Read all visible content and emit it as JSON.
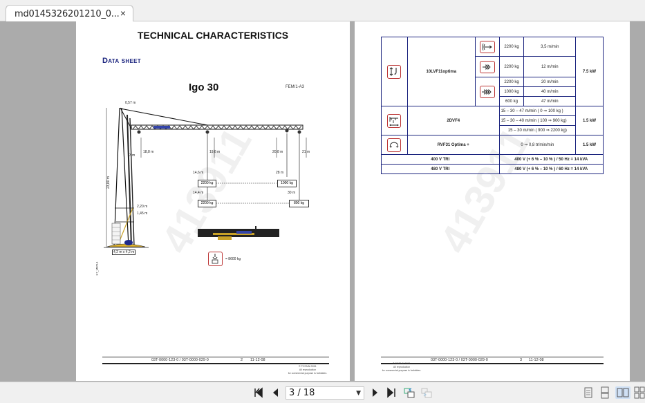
{
  "tab": {
    "title": "md0145326201210_0...",
    "close": "×"
  },
  "page1": {
    "title": "TECHNICAL CHARACTERISTICS",
    "subtitle": "Data sheet",
    "model": "Igo 30",
    "norm": "FEM/1-A3",
    "watermark": "413911",
    "dimensions": {
      "offset_top": "0,57 m",
      "height_total": "23,80 m",
      "h1": "18,8 m",
      "h2": "19,6 m",
      "h3": "20,8 m",
      "h4": "21 m",
      "radius_min": "3 m",
      "h_220": "2,20 m",
      "h_145": "1,45 m",
      "base": "4,2 m x 4,2 m",
      "vertical_code": "H7_M9PL1"
    },
    "loads": [
      {
        "radius": "14,6 m",
        "load": "2200 kg"
      },
      {
        "radius": "28 m",
        "load": "1000 kg"
      },
      {
        "radius": "14,4 m",
        "load": "2200 kg"
      },
      {
        "radius": "30 m",
        "load": "800 kg"
      }
    ],
    "transport_weight": "= 8600 kg",
    "footer": {
      "refs": "03T-0000-123-0 / 03T-0000-029-0",
      "page": "2",
      "date": "11-12-08",
      "copyright": [
        "© POTAIN 2008.",
        "All reproduction",
        "for commercial purpose is forbidden."
      ]
    }
  },
  "page2": {
    "watermark": "413911",
    "spec_table": {
      "hoist": {
        "motor": "10LVF11optima",
        "power": "7.5 kW",
        "speeds": [
          {
            "gear": "gear-1",
            "load": "2200 kg",
            "speed": "3,5 m/min"
          },
          {
            "gear": "gear-2",
            "load": "2200 kg",
            "speed": "12 m/min"
          },
          {
            "gear": "gear-3",
            "load": "2200 kg",
            "speed": "20 m/min"
          },
          {
            "gear": "gear-3",
            "load": "1000 kg",
            "speed": "40 m/min"
          },
          {
            "gear": "gear-3",
            "load": "600 kg",
            "speed": "47 m/min"
          }
        ]
      },
      "trolley": {
        "motor": "2DVF4",
        "power": "1.5 kW",
        "speeds": [
          "15 – 30 – 47 m/min ( 0 ⇒ 100 kg )",
          "15 – 30 – 40 m/min ( 100 ⇒ 900 kg)",
          "15 – 30 m/min ( 900 ⇒ 2200 kg)"
        ]
      },
      "slewing": {
        "motor": "RVF31 Optima +",
        "speed": "0 ⇒ 0,8 tr/min/min",
        "power": "1.5 kW"
      },
      "power_supply": [
        {
          "label": "400 V TRI",
          "value": "400 V (+ 6 % – 10 % ) / 50 Hz = 14 kVA"
        },
        {
          "label": "480 V TRI",
          "value": "480 V (+ 6 % – 10 % ) / 60 Hz = 14 kVA"
        }
      ]
    },
    "footer": {
      "refs": "03T-0000-123-0 / 03T-0000-029-0",
      "page": "3",
      "date": "11-12-08",
      "copyright": [
        "© POTAIN 2008.",
        "All reproduction",
        "for commercial purpose is forbidden."
      ]
    }
  },
  "toolbar": {
    "page_indicator": "3 / 18",
    "colors": {
      "accent": "#cfe0f5",
      "table_border": "#1a237e",
      "icon_red": "#b33333"
    }
  }
}
